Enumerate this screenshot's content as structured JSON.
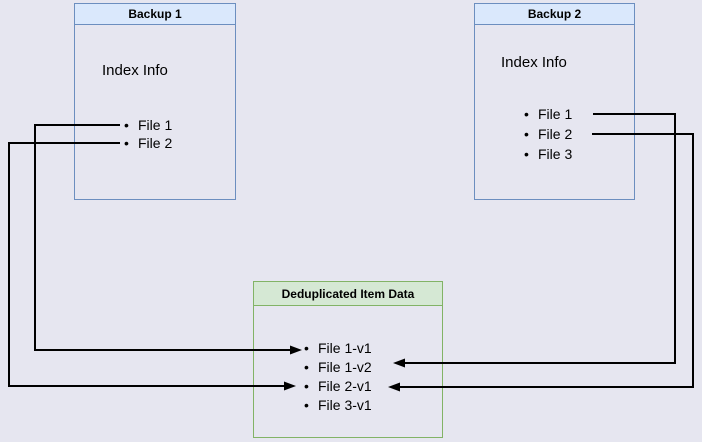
{
  "icons": {
    "bullet": "•"
  },
  "diagram": {
    "background_color": "#e6e6f0",
    "colors": {
      "blue_fill": "#dae8fc",
      "blue_border": "#6c8ebf",
      "green_fill": "#d5e8d4",
      "green_border": "#82b366",
      "connector": "#000000"
    },
    "backup1": {
      "title": "Backup 1",
      "section_label": "Index Info",
      "files": [
        "File 1",
        "File 2"
      ]
    },
    "backup2": {
      "title": "Backup 2",
      "section_label": "Index Info",
      "files": [
        "File 1",
        "File 2",
        "File 3"
      ]
    },
    "dedup": {
      "title": "Deduplicated Item Data",
      "items": [
        "File 1-v1",
        "File 1-v2",
        "File 2-v1",
        "File 3-v1"
      ]
    },
    "connectors": [
      {
        "from": "backup1-file-1",
        "to": "dedup-file-1-v1"
      },
      {
        "from": "backup1-file-2",
        "to": "dedup-file-2-v1"
      },
      {
        "from": "backup2-file-1",
        "to": "dedup-file-1-v2"
      },
      {
        "from": "backup2-file-2",
        "to": "dedup-file-2-v1"
      }
    ]
  }
}
